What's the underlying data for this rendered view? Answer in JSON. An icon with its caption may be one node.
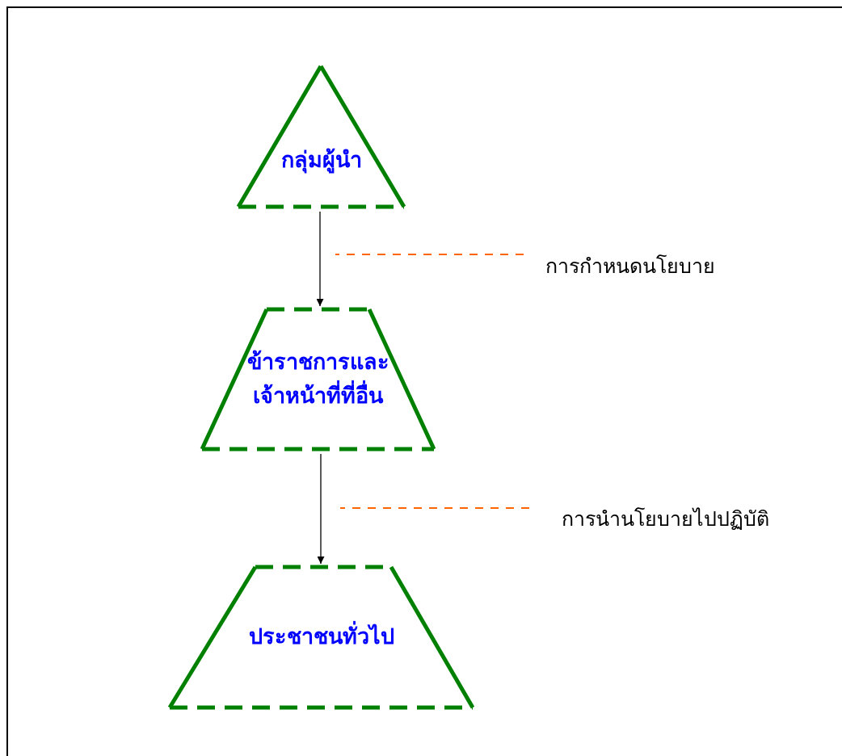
{
  "diagram": {
    "nodes": [
      {
        "text": [
          "กลุ่มผู้นำ"
        ]
      },
      {
        "text": [
          "ข้าราชการและ เจ้าหน้าที่ที่อื่น"
        ]
      },
      {
        "text": [
          "ประชาชนทั่วไป"
        ]
      },
      {
        "text": [
          "การกำหนดนโยบาย"
        ]
      },
      {
        "text": [
          "การนำนโยบายไปปฏิบัติ"
        ]
      }
    ],
    "edges": [
      {
        "from": 0,
        "to": 1,
        "arrow": "to"
      },
      {
        "from": 1,
        "to": 2,
        "arrow": "to"
      },
      {
        "from": 3,
        "to": null,
        "arrow": "none",
        "style": "dashed",
        "color": "#ff6600"
      },
      {
        "from": 4,
        "to": null,
        "arrow": "none",
        "style": "dashed",
        "color": "#ff6600"
      }
    ]
  }
}
